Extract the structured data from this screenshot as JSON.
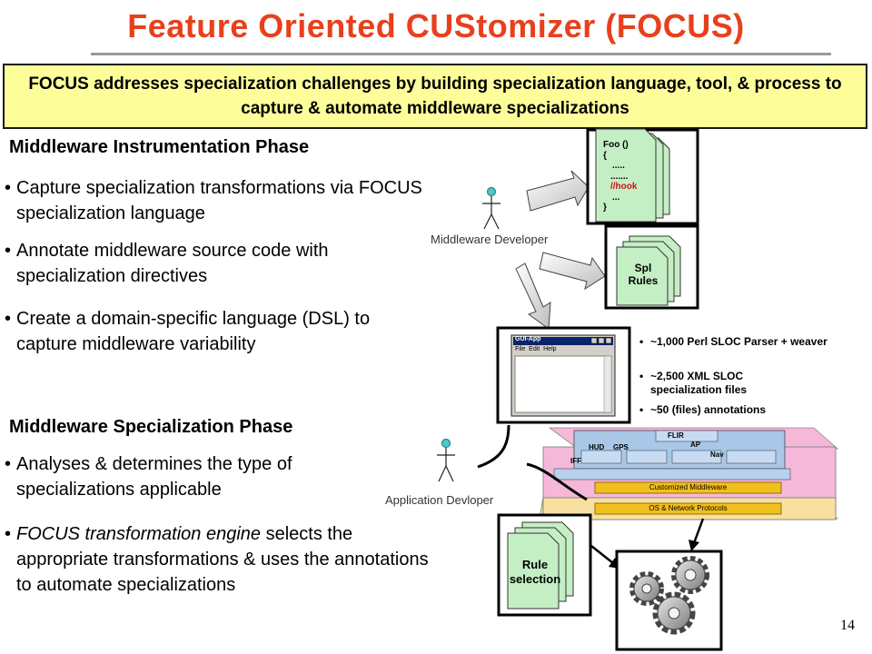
{
  "slide": {
    "title": "Feature Oriented CUStomizer (FOCUS)",
    "banner": "FOCUS addresses specialization challenges by building specialization language, tool, & process to capture & automate middleware specializations",
    "page_number": "14"
  },
  "instrumentation": {
    "heading": "Middleware Instrumentation Phase",
    "bullets": [
      {
        "text": "Capture specialization transformations via FOCUS specialization language"
      },
      {
        "text": "Annotate middleware source code with specialization directives"
      },
      {
        "text": "Create a domain-specific language (DSL) to capture middleware variability"
      }
    ]
  },
  "specialization": {
    "heading": "Middleware Specialization Phase",
    "bullets": [
      {
        "text": "Analyses & determines the type of specializations applicable"
      },
      {
        "italic": "FOCUS transformation engine",
        "text": " selects the appropriate transformations & uses the annotations to automate specializations"
      }
    ]
  },
  "diagram": {
    "middleware_developer": "Middleware Developer",
    "application_developer": "Application Devloper",
    "code_doc": {
      "lines": [
        "Foo ()",
        "{",
        ".....",
        ".......",
        "//hook",
        "...",
        "}"
      ]
    },
    "spl_rules": [
      "Spl",
      "Rules"
    ],
    "rule_selection": [
      "Rule",
      "selection"
    ],
    "gui_window": {
      "title": "GUI-App",
      "menu": [
        "File",
        "Edit",
        "Help"
      ]
    },
    "notes": [
      "~1,000 Perl SLOC Parser + weaver",
      "~2,500 XML SLOC specialization files",
      "~50 (files) annotations"
    ],
    "middleware_stack": {
      "components": [
        "FLIR",
        "AP",
        "HUD",
        "GPS",
        "Nav",
        "IFF"
      ],
      "layer1": "Customized Middleware",
      "layer2": "OS & Network Protocols"
    }
  }
}
